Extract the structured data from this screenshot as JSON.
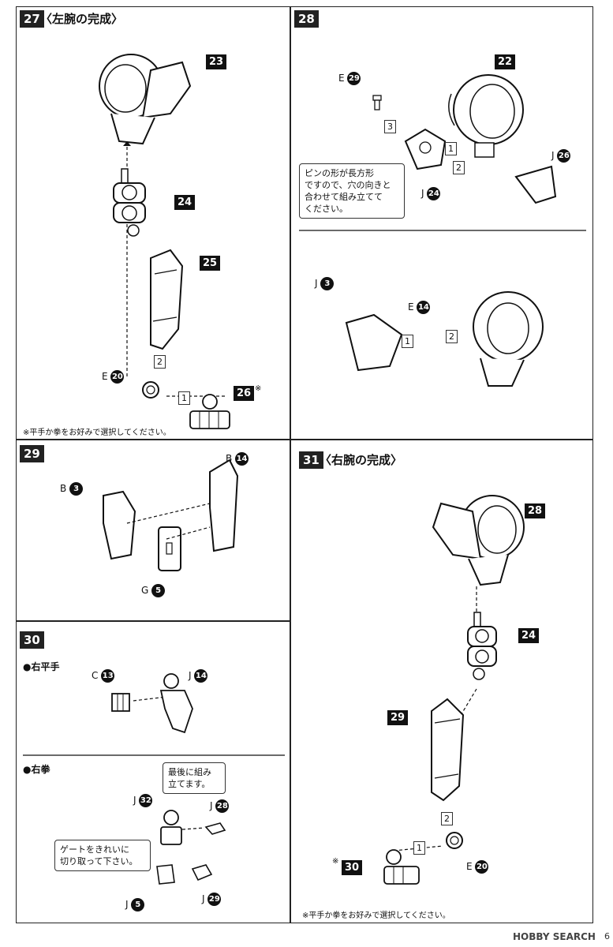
{
  "steps": {
    "s27": {
      "number": "27",
      "title": "〈左腕の完成〉"
    },
    "s28": {
      "number": "28"
    },
    "s29": {
      "number": "29"
    },
    "s30": {
      "number": "30"
    },
    "s31": {
      "number": "31",
      "title": "〈右腕の完成〉"
    }
  },
  "s27": {
    "p23": "23",
    "p24": "24",
    "p25": "25",
    "p26": "26",
    "e_letter": "E",
    "e_num": "20",
    "step1": "1",
    "step2": "2",
    "asterisk": "※",
    "note": "※平手か拳をお好みで選択してください。"
  },
  "s28": {
    "p22": "22",
    "e_letter": "E",
    "e_num": "29",
    "j24_letter": "J",
    "j24_num": "24",
    "j26_letter": "J",
    "j26_num": "26",
    "j3_letter": "J",
    "j3_num": "3",
    "e14_letter": "E",
    "e14_num": "14",
    "step1": "1",
    "step2": "2",
    "step3": "3",
    "step1b": "1",
    "step2b": "2",
    "callout": "ピンの形が長方形\nですので、穴の向きと\n合わせて組み立てて\nください。"
  },
  "s29": {
    "b3_letter": "B",
    "b3_num": "3",
    "b14_letter": "B",
    "b14_num": "14",
    "g5_letter": "G",
    "g5_num": "5"
  },
  "s30": {
    "sub1": "●右平手",
    "sub2": "●右拳",
    "c13_letter": "C",
    "c13_num": "13",
    "j14_letter": "J",
    "j14_num": "14",
    "j32_letter": "J",
    "j32_num": "32",
    "j28_letter": "J",
    "j28_num": "28",
    "j5_letter": "J",
    "j5_num": "5",
    "j29_letter": "J",
    "j29_num": "29",
    "callout1": "最後に組み\n立てます。",
    "callout2": "ゲートをきれいに\n切り取って下さい。"
  },
  "s31": {
    "p28": "28",
    "p24": "24",
    "p29": "29",
    "p30": "30",
    "e_letter": "E",
    "e_num": "20",
    "step1": "1",
    "step2": "2",
    "asterisk": "※",
    "note": "※平手か拳をお好みで選択してください。"
  },
  "footer": {
    "watermark": "HOBBY SEARCH",
    "page": "6"
  }
}
